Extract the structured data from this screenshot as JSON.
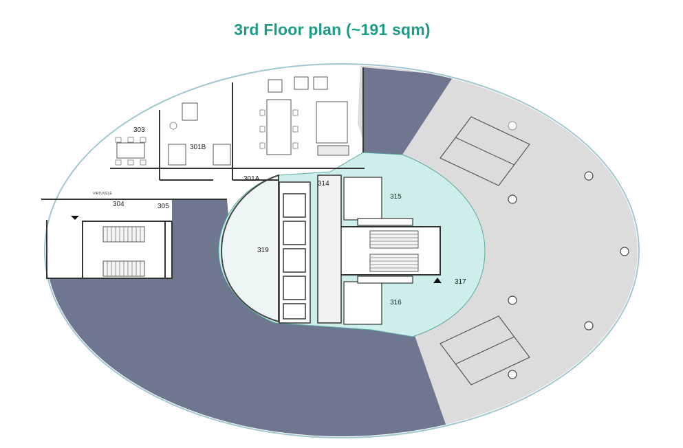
{
  "title": "3rd Floor plan (~191 sqm)",
  "colors": {
    "title": "#1d9b87",
    "leased_dark": "#6f7690",
    "common_teal": "#cdeeeb",
    "other_grey": "#dcdcdc",
    "office_white": "#ffffff",
    "wall": "#333333"
  },
  "rooms": {
    "r303": "303",
    "r301b": "301B",
    "r301a": "301A",
    "r304": "304",
    "r305": "305",
    "r314": "314",
    "r315": "315",
    "r319": "319",
    "r317": "317",
    "r316": "316"
  },
  "labels": {
    "kitchen_tag": "VIRTUVĖLĖ"
  }
}
